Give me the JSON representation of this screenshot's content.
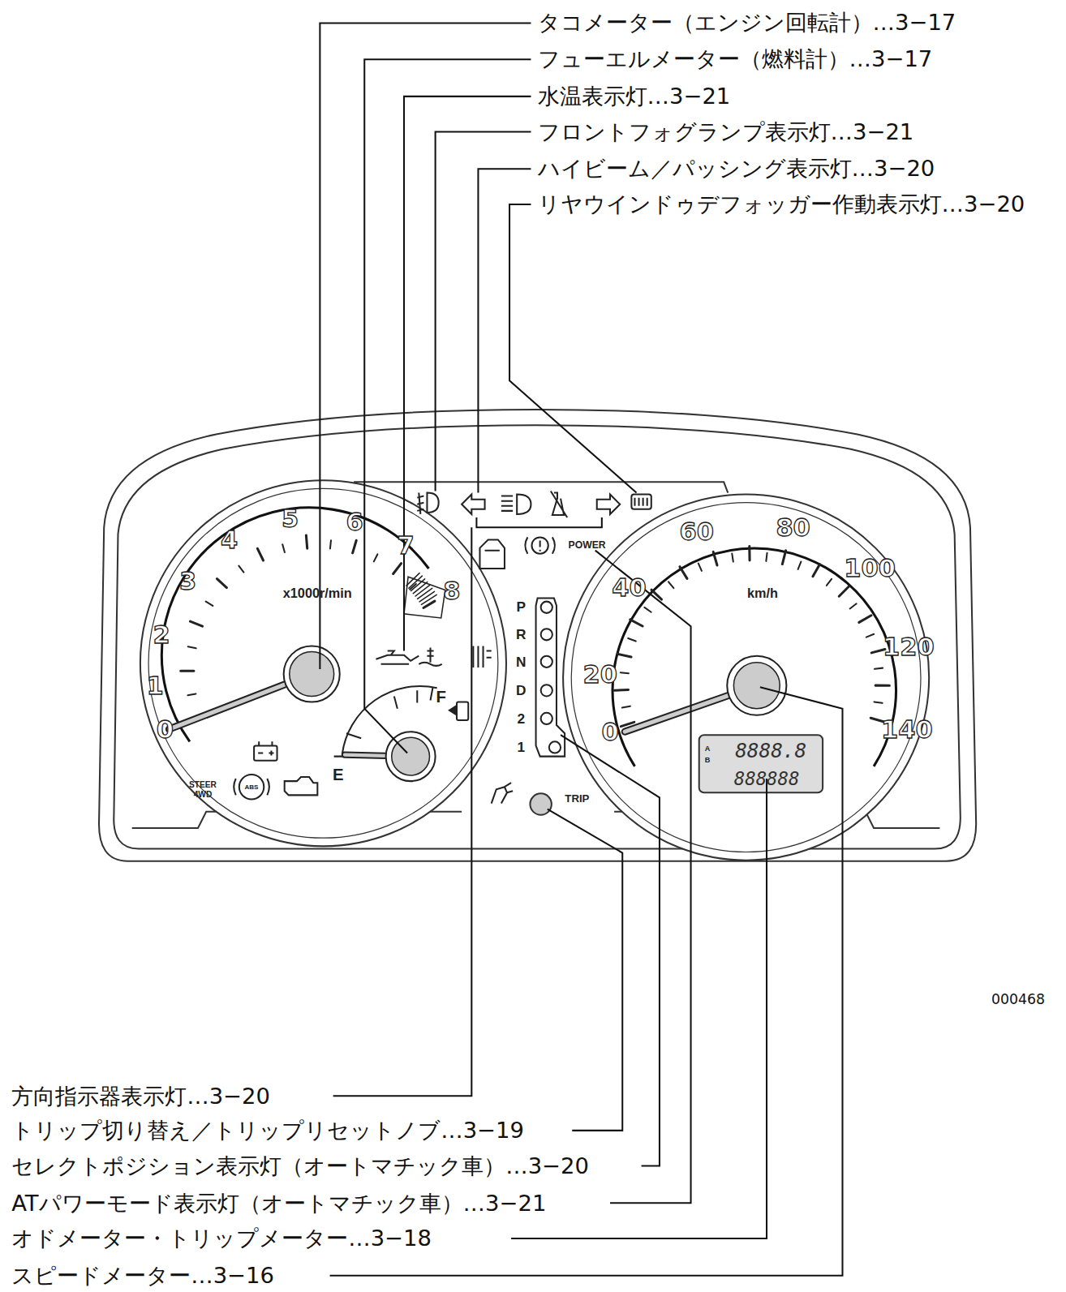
{
  "diagram": {
    "labels": [
      "タコメーター（エンジン回転計）…3−17",
      "フューエルメーター（燃料計）…3−17",
      "水温表示灯…3−21",
      "フロントフォグランプ表示灯…3−21",
      "ハイビーム／パッシング表示灯…3−20",
      "リヤウインドゥデフォッガー作動表示灯…3−20",
      "方向指示器表示灯…3−20",
      "トリップ切り替え／トリップリセットノブ…3−19",
      "セレクトポジション表示灯（オートマチック車）…3−20",
      "ATパワーモード表示灯（オートマチック車）…3−21",
      "オドメーター・トリップメーター…3−18",
      "スピードメーター…3−16",
      "000468",
      "0",
      "1",
      "2",
      "3",
      "4",
      "5",
      "6",
      "7",
      "8",
      "x1000r/min",
      "F",
      "E",
      "STEER 4WD",
      "ABS",
      "0",
      "20",
      "40",
      "60",
      "80",
      "100",
      "120",
      "140",
      "km/h",
      "POWER",
      "P",
      "R",
      "N",
      "D",
      "2",
      "1",
      "TRIP",
      "A",
      "B",
      "8888.8",
      "888888"
    ]
  }
}
